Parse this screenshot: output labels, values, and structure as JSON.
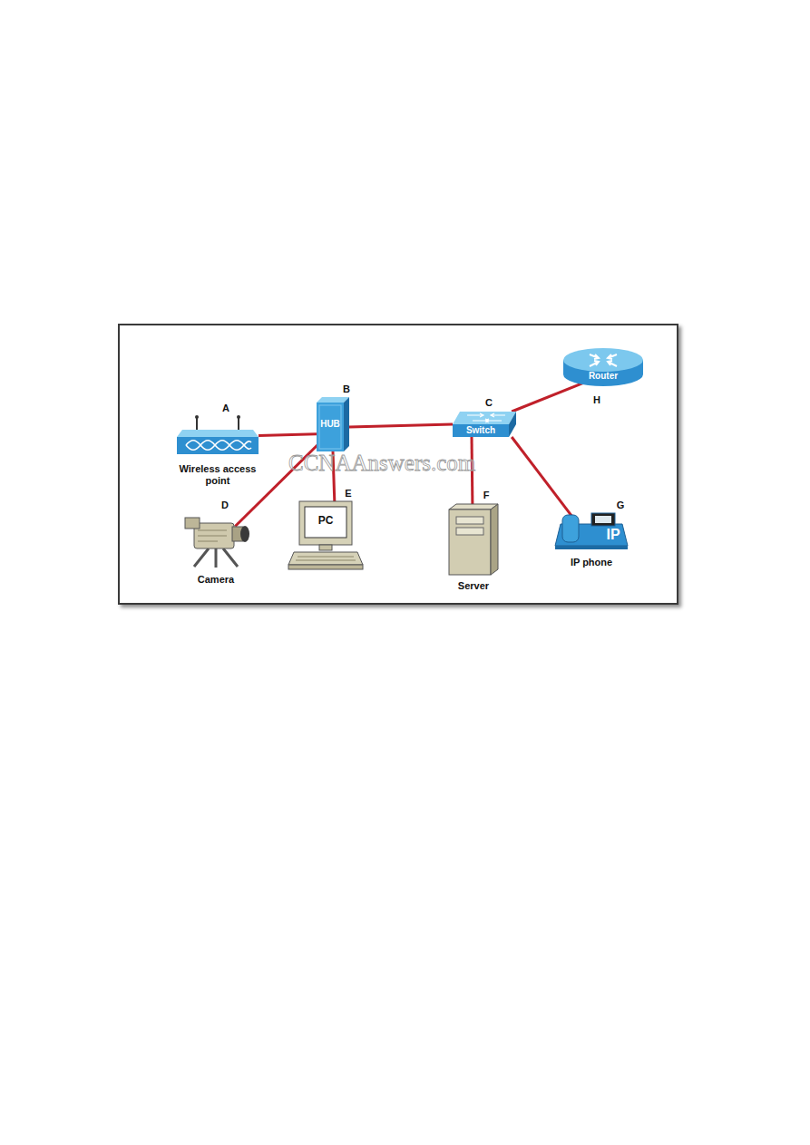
{
  "diagram": {
    "nodes": [
      {
        "text": [
          "A",
          "Wireless access point"
        ]
      },
      {
        "text": [
          "B",
          "HUB"
        ]
      },
      {
        "text": [
          "C",
          "Switch"
        ]
      },
      {
        "text": [
          "Router",
          "H"
        ]
      },
      {
        "text": [
          "D",
          "Camera"
        ]
      },
      {
        "text": [
          "E",
          "PC"
        ]
      },
      {
        "text": [
          "F",
          "Server"
        ]
      },
      {
        "text": [
          "G",
          "IP",
          "IP phone"
        ]
      }
    ],
    "edges": [
      {
        "from": 0,
        "to": 1,
        "arrow": "none"
      },
      {
        "from": 1,
        "to": 2,
        "arrow": "none"
      },
      {
        "from": 2,
        "to": 3,
        "arrow": "none"
      },
      {
        "from": 1,
        "to": 4,
        "arrow": "none"
      },
      {
        "from": 1,
        "to": 5,
        "arrow": "none"
      },
      {
        "from": 2,
        "to": 6,
        "arrow": "none"
      },
      {
        "from": 2,
        "to": 7,
        "arrow": "none"
      }
    ],
    "labels": [
      "CCNAAnswers.com"
    ]
  }
}
